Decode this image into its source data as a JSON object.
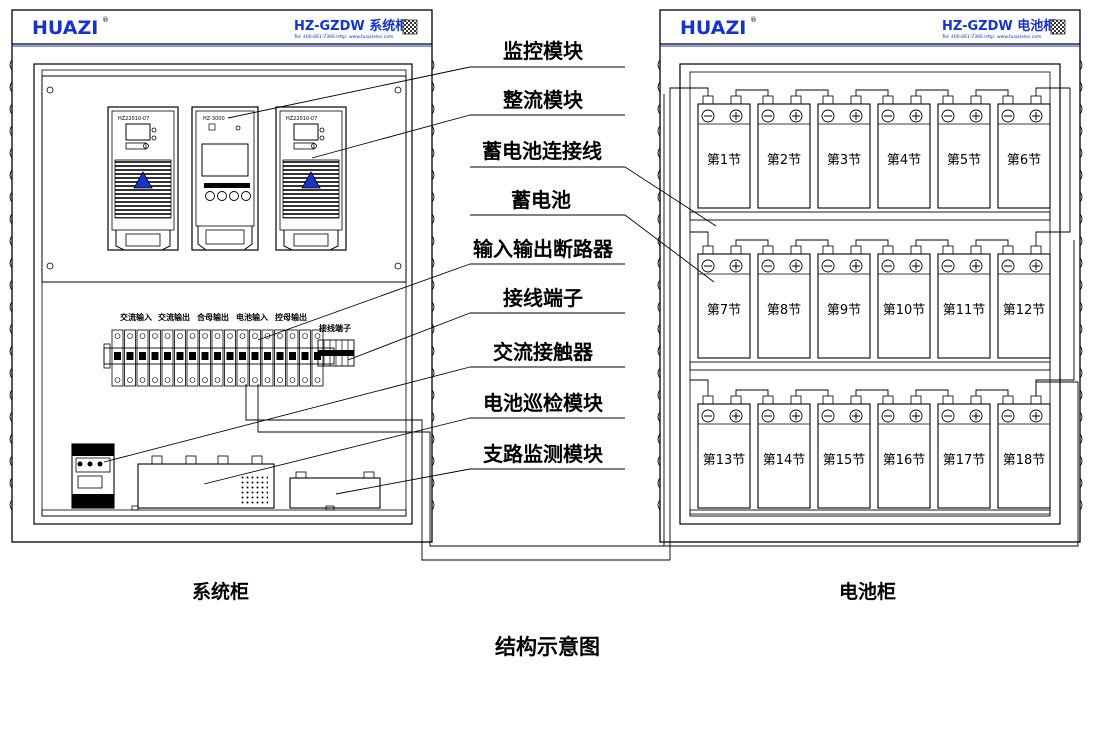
{
  "brand": "HUAZI",
  "brand_mark": "®",
  "system_cabinet": {
    "model": "HZ-GZDW 系统柜",
    "contact": "Tel: 400-661-7366 Http: www.huazielec.com",
    "name": "系统柜",
    "modules": [
      {
        "model_tag": "HZ22010-07"
      },
      {
        "model_tag": "HZ-3000"
      },
      {
        "model_tag": "HZ22010-07"
      }
    ],
    "breaker_labels": [
      "交流输入",
      "交流输出",
      "合母输出",
      "电池输入",
      "控母输出"
    ],
    "terminal_label": "接线端子"
  },
  "battery_cabinet": {
    "model": "HZ-GZDW 电池柜",
    "contact": "Tel: 400-661-7366 Http: www.huazielec.com",
    "name": "电池柜",
    "cells": [
      "第1节",
      "第2节",
      "第3节",
      "第4节",
      "第5节",
      "第6节",
      "第7节",
      "第8节",
      "第9节",
      "第10节",
      "第11节",
      "第12节",
      "第13节",
      "第14节",
      "第15节",
      "第16节",
      "第17节",
      "第18节"
    ]
  },
  "callouts": [
    "监控模块",
    "整流模块",
    "蓄电池连接线",
    "蓄电池",
    "输入输出断路器",
    "接线端子",
    "交流接触器",
    "电池巡检模块",
    "支路监测模块"
  ],
  "title": "结构示意图",
  "colors": {
    "brand": "#1733c8",
    "line": "#000000"
  }
}
